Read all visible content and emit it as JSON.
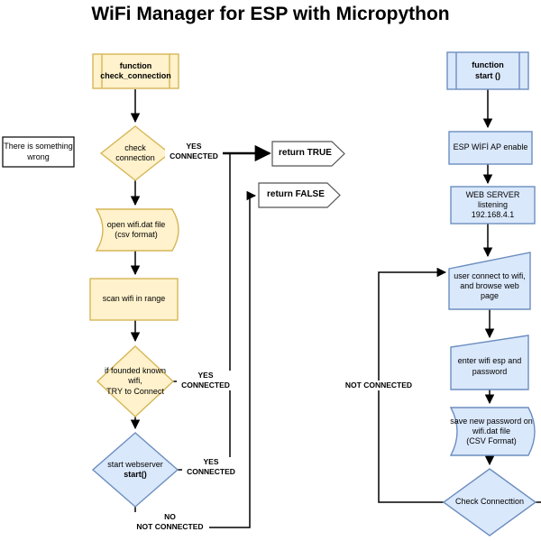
{
  "title": "WiFi Manager for ESP with Micropython",
  "colors": {
    "yellow_fill": "#FFF2CC",
    "yellow_border": "#D6B656",
    "blue_fill": "#DAE8FC",
    "blue_border": "#6C8EBF",
    "line": "#000000"
  },
  "left": {
    "function_box": "function\ncheck_connection",
    "check_connection": "check\nconnection",
    "open_file": "open wifi.dat file\n(csv format)",
    "scan": "scan wifi in range",
    "try_connect": "if founded known\nwifi,\nTRY to Connect",
    "start_webserver_line1": "start webserver",
    "start_webserver_line2": "start()"
  },
  "right": {
    "function_box": "function\nstart ()",
    "ap_enable": "ESP WİFİ AP enable",
    "web_server": "WEB SERVER\nlistening\n192.168.4.1",
    "user_connect": "user connect to wifi,\nand browse web\npage",
    "enter_credentials": "enter wifi esp and\npassword",
    "save_password": "save new password on\nwifi.dat file\n(CSV Format)",
    "check_connection": "Check Connecttion"
  },
  "misc": {
    "side_note": "There is something\nwrong",
    "return_true": "return TRUE",
    "return_false": "return FALSE"
  },
  "edge_labels": {
    "yes_connected_1": "YES\nCONNECTED",
    "yes_connected_2": "YES\nCONNECTED",
    "yes_connected_3": "YES\nCONNECTED",
    "no_not_connected": "NO\nNOT CONNECTED",
    "not_connected": "NOT CONNECTED"
  }
}
